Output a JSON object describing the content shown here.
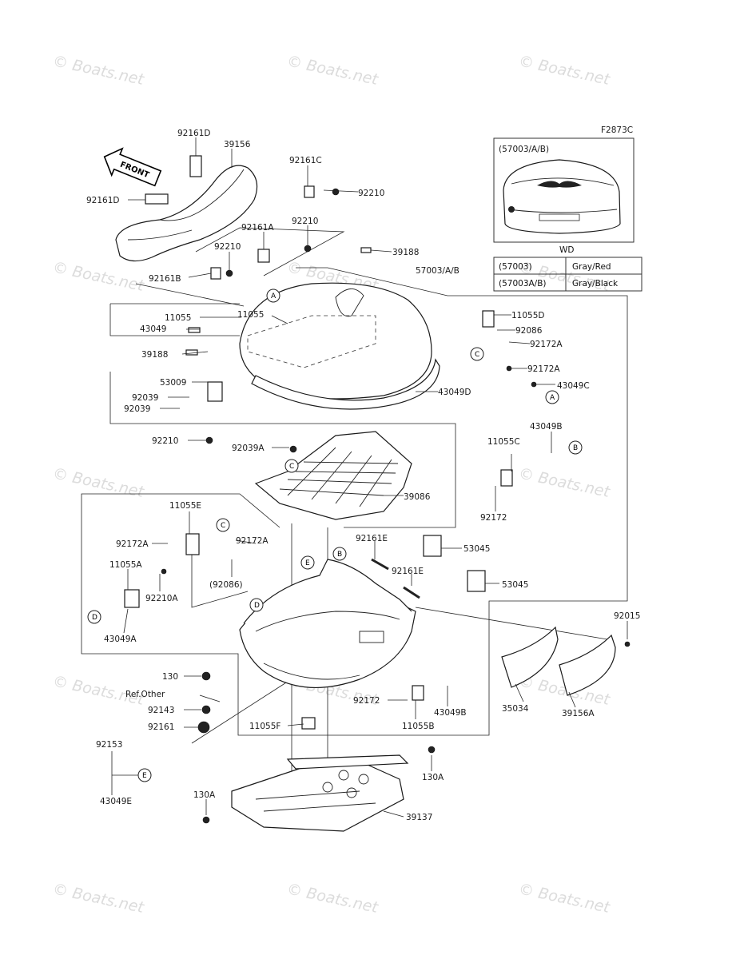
{
  "figure_code": "F2873C",
  "front_label": "FRONT",
  "watermark": "© Boats.net",
  "inset_label": "(57003/A/B)",
  "color_table": {
    "header": "WD",
    "rows": [
      {
        "part": "(57003)",
        "color": "Gray/Red"
      },
      {
        "part": "(57003A/B)",
        "color": "Gray/Black"
      }
    ]
  },
  "circle_refs": [
    "A",
    "B",
    "C",
    "D",
    "E"
  ],
  "part_labels": {
    "p92161D_top": "92161D",
    "p39156": "39156",
    "p92161D_left": "92161D",
    "p92161C": "92161C",
    "p92210_a": "92210",
    "p92210_b": "92210",
    "p92161A": "92161A",
    "p92210_c": "92210",
    "p92161B": "92161B",
    "p39188_top": "39188",
    "p57003": "57003/A/B",
    "p11055_a": "11055",
    "p11055_b": "11055",
    "p43049": "43049",
    "p39188_left": "39188",
    "p11055D": "11055D",
    "p92086_a": "92086",
    "p92172A_a": "92172A",
    "p92172A_b": "92172A",
    "p43049C": "43049C",
    "p53009": "53009",
    "p92039_a": "92039",
    "p92039_b": "92039",
    "p43049D": "43049D",
    "p92210_d": "92210",
    "p92039A": "92039A",
    "p39086": "39086",
    "p11055C": "11055C",
    "p43049B_a": "43049B",
    "p92172_a": "92172",
    "p11055E": "11055E",
    "p92172A_c": "92172A",
    "p92172A_d": "92172A",
    "p92086_b": "(92086)",
    "p11055A": "11055A",
    "p92210A": "92210A",
    "p43049A": "43049A",
    "p92161E_a": "92161E",
    "p53045_a": "53045",
    "p92161E_b": "92161E",
    "p53045_b": "53045",
    "p92015": "92015",
    "p35034": "35034",
    "p39156A": "39156A",
    "p130": "130",
    "pRefOther": "Ref.Other",
    "p92143": "92143",
    "p92161": "92161",
    "p92172_b": "92172",
    "p43049B_b": "43049B",
    "p11055B": "11055B",
    "p11055F": "11055F",
    "p92153": "92153",
    "p43049E": "43049E",
    "p130A_a": "130A",
    "p130A_b": "130A",
    "p39137": "39137"
  }
}
